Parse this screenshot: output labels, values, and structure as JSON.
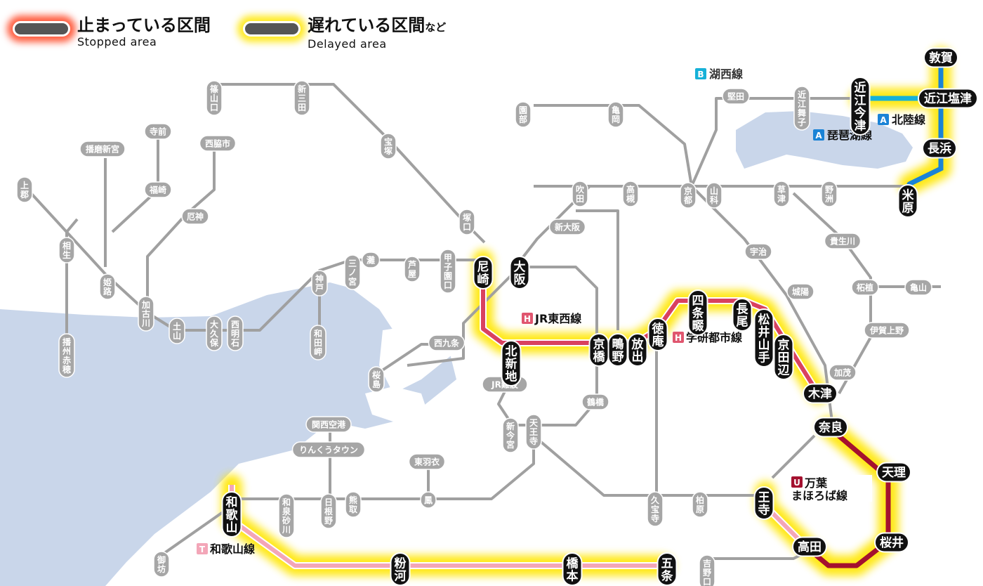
{
  "legend": {
    "stopped_jp": "止まっている区間",
    "stopped_en": "Stopped area",
    "delayed_jp": "遅れている区間",
    "delayed_suffix": "など",
    "delayed_en": "Delayed area"
  },
  "colors": {
    "water": "#c9d6ea",
    "line_gray": "#9b9b9b",
    "station_gray": "#a6a6a6",
    "station_black": "#111111",
    "hokuriku_blue": "#1a83d6",
    "kosei_cyan": "#16b1d8",
    "stopped_glow": "#ff2a00",
    "delayed_glow": "#ffe600",
    "tozai_pink": "#d9415f",
    "wakayama_pink": "#f3a6b8",
    "manyo_red": "#a4112f"
  },
  "lines": {
    "kosei": {
      "badge": "B",
      "name": "湖西線"
    },
    "hokuriku": {
      "badge": "A",
      "name": "北陸線"
    },
    "biwako": {
      "badge": "A",
      "name": "琵琶湖線"
    },
    "tozai": {
      "badge": "H",
      "name": "JR東西線"
    },
    "gakken": {
      "badge": "H",
      "name": "学研都市線"
    },
    "manyo": {
      "badge": "U",
      "name1": "万葉",
      "name2": "まほろば線"
    },
    "wakayama": {
      "badge": "T",
      "name": "和歌山線"
    }
  },
  "stations_black": [
    "近江今津",
    "敦賀",
    "近江塩津",
    "長浜",
    "米原",
    "尼崎",
    "大阪",
    "北新地",
    "京橋",
    "鴫野",
    "放出",
    "徳庵",
    "四条畷",
    "長尾",
    "松井山手",
    "京田辺",
    "木津",
    "奈良",
    "天理",
    "王寺",
    "高田",
    "桜井",
    "和歌山",
    "粉河",
    "橋本",
    "五条"
  ],
  "stations_gray": [
    "篠山口",
    "新三田",
    "宝塚",
    "園部",
    "亀岡",
    "堅田",
    "近江舞子",
    "京都",
    "山科",
    "草津",
    "野洲",
    "高槻",
    "吹田",
    "新大阪",
    "塚口",
    "甲子園口",
    "芦屋",
    "灘",
    "三ノ宮",
    "神戸",
    "和田岬",
    "西明石",
    "大久保",
    "土山",
    "加古川",
    "姫路",
    "相生",
    "播州赤穂",
    "上郡",
    "播磨新宮",
    "寺前",
    "福崎",
    "西脇市",
    "厄神",
    "宇治",
    "城陽",
    "貴生川",
    "柘植",
    "亀山",
    "伊賀上野",
    "加茂",
    "西九条",
    "桜島",
    "JR難波",
    "新今宮",
    "天王寺",
    "鶴橋",
    "関西空港",
    "りんくうタウン",
    "東羽衣",
    "鳳",
    "熊取",
    "日根野",
    "和泉砂川",
    "久宝寺",
    "柏原",
    "吉野口",
    "御坊"
  ]
}
